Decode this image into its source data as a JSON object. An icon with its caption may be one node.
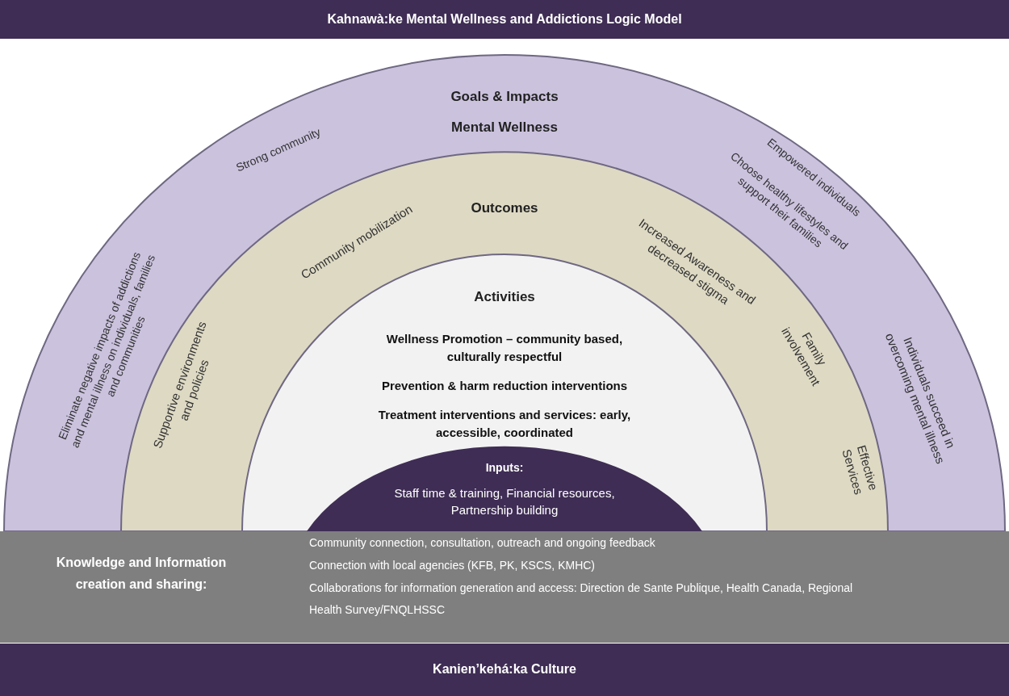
{
  "diagram": {
    "title": "Kahnawà:ke Mental Wellness and Addictions Logic Model",
    "nodes": [
      {
        "text": [
          "Goals & Impacts",
          "Mental Wellness",
          "Strong community",
          "Eliminate negative impacts of addictions and mental illness on individuals, families and communities",
          "Empowered individuals",
          "Choose healthy lifestyles and support their families",
          "Individuals succeed in overcoming mental illness"
        ]
      },
      {
        "text": [
          "Outcomes",
          "Community mobilization",
          "Supportive environments and policies",
          "Increased Awareness and decreased stigma",
          "Family involvement",
          "Effective Services"
        ],
        "in": 0
      },
      {
        "text": [
          "Activities",
          "Wellness Promotion – community based, culturally respectful",
          "Prevention & harm reduction interventions",
          "Treatment interventions and services: early, accessible, coordinated"
        ],
        "in": 1
      },
      {
        "text": [
          "Inputs:",
          "Staff time & training, Financial resources, Partnership building"
        ],
        "in": 2
      },
      {
        "text": [
          "Knowledge and Information creation and sharing:",
          "Community connection, consultation, outreach and ongoing feedback",
          "Connection with local agencies (KFB, PK, KSCS, KMHC)",
          "Collaborations for information generation and access: Direction de Sante Publique, Health Canada, Regional Health Survey/FNQLHSSC"
        ]
      },
      {
        "text": [
          "Kanien’kehá:ka Culture"
        ]
      }
    ]
  }
}
